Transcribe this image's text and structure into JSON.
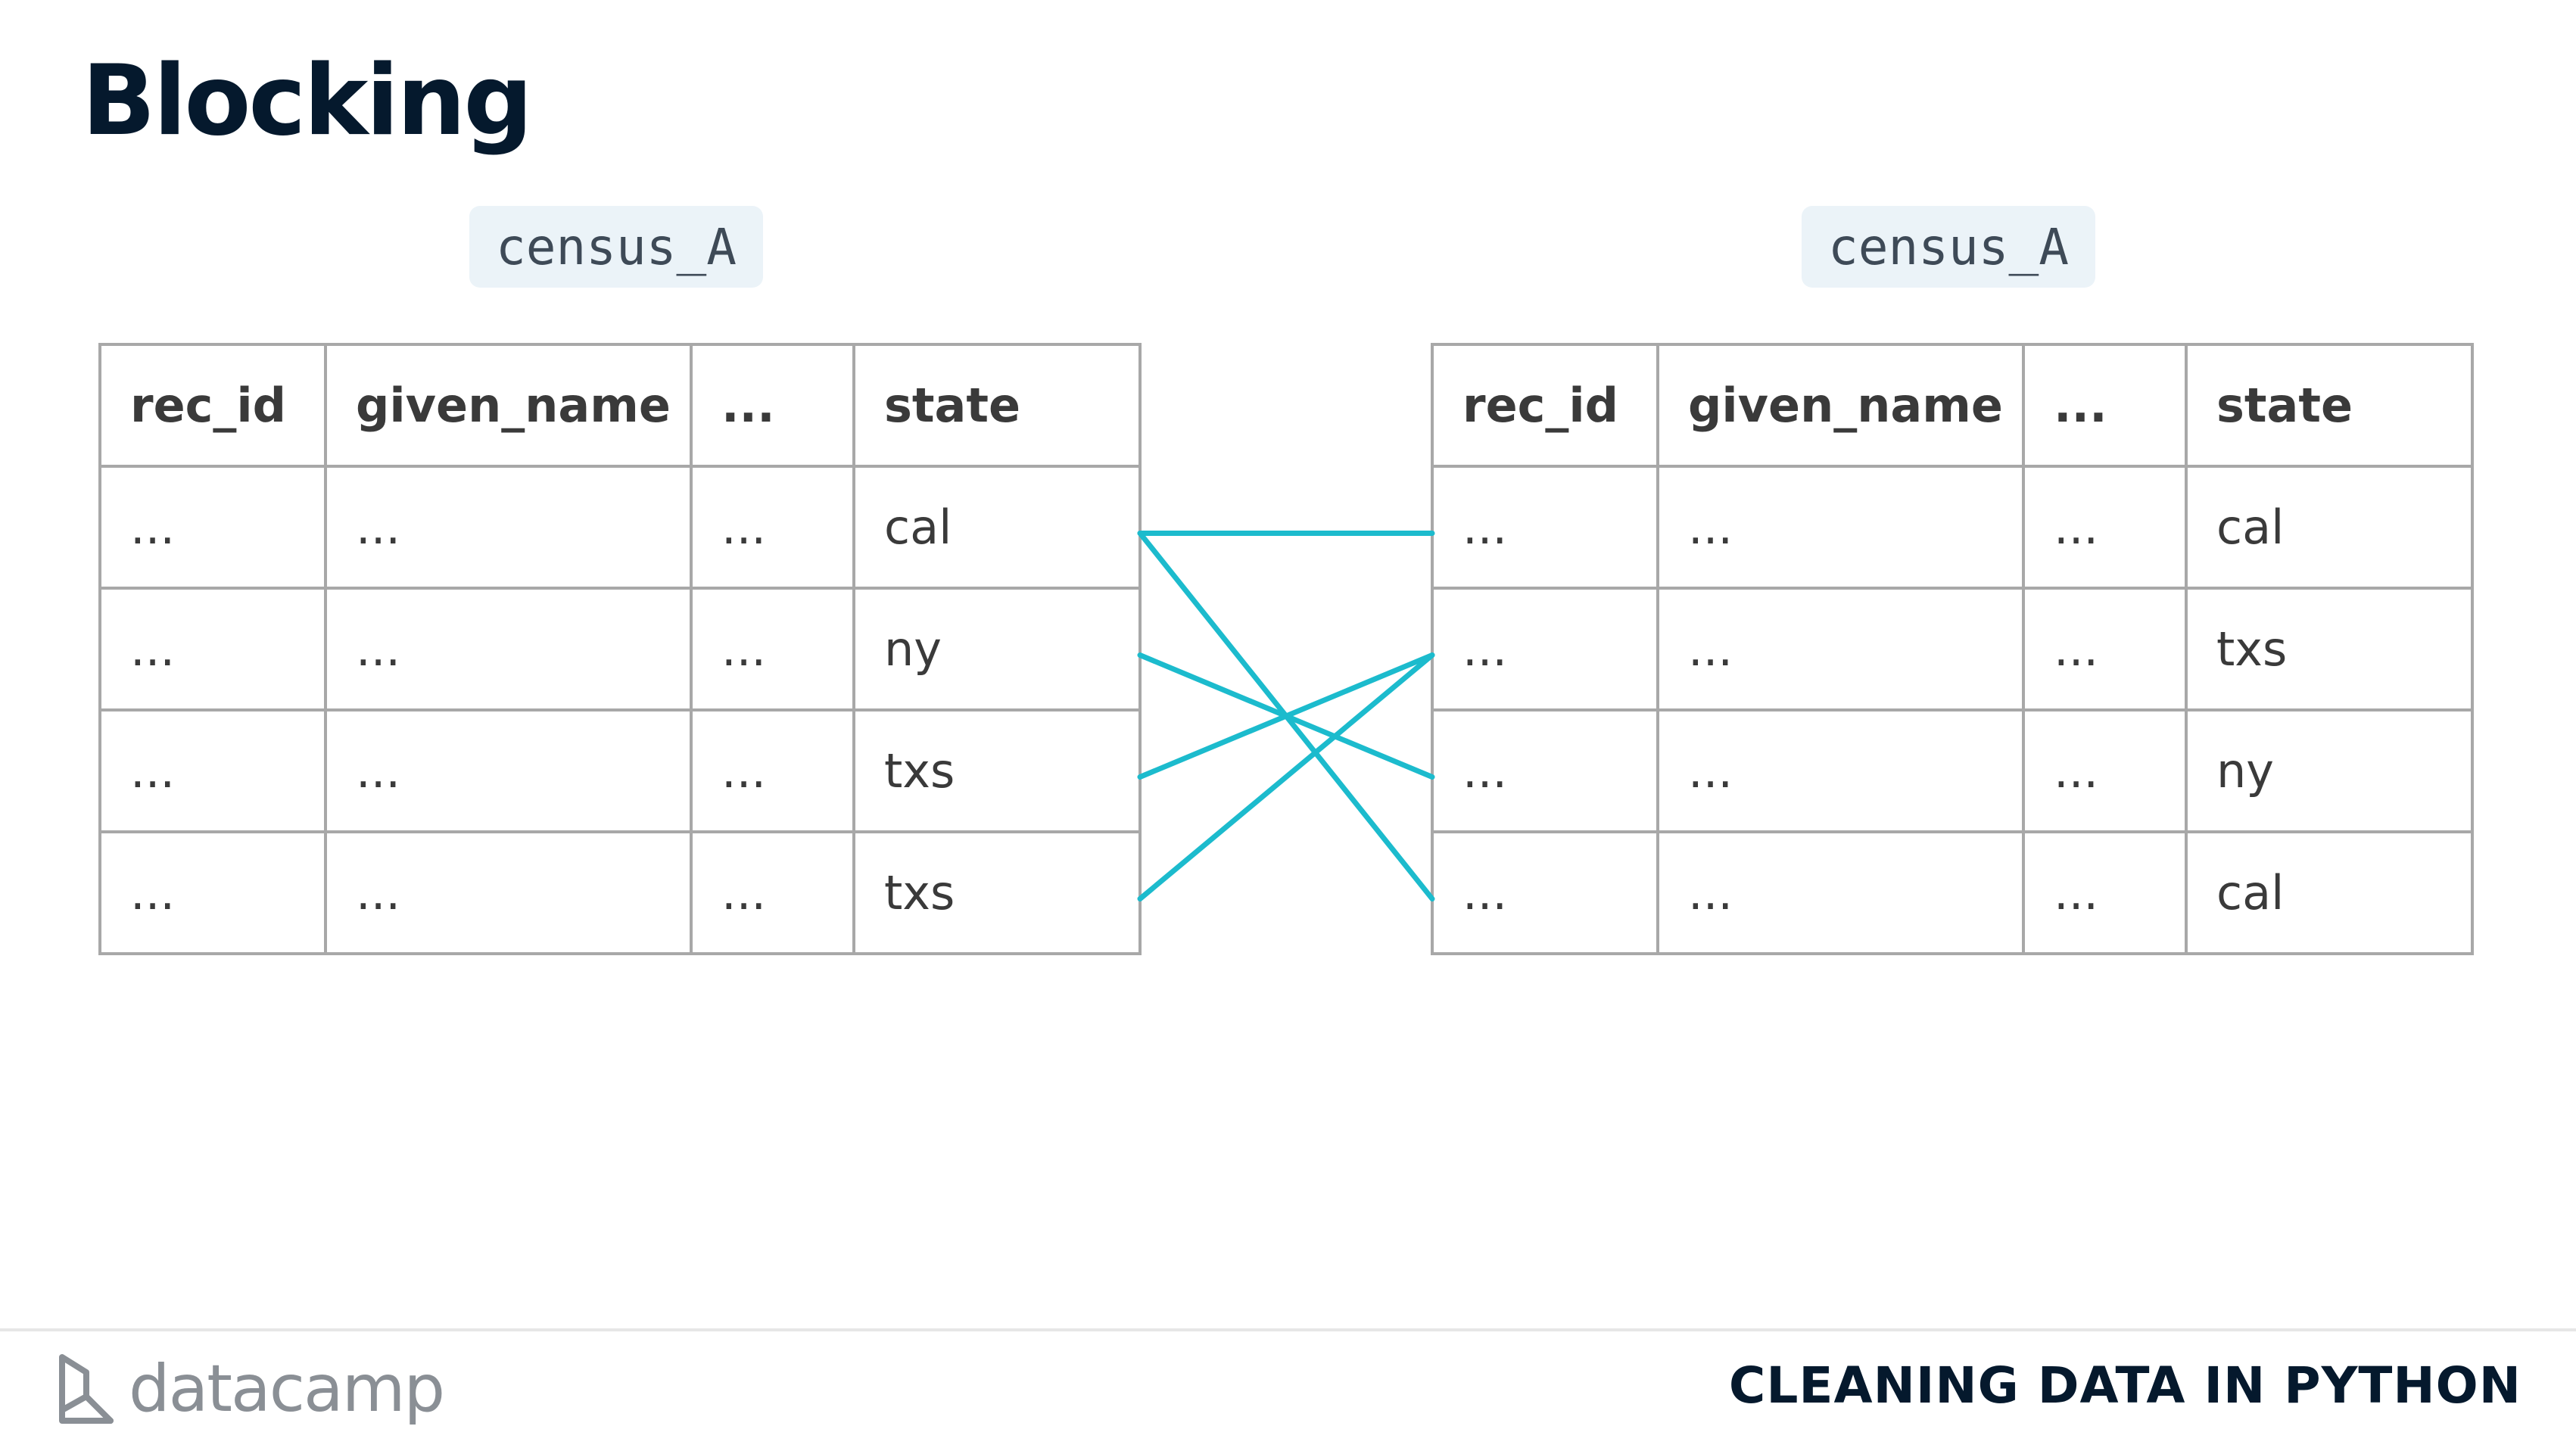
{
  "title": "Blocking",
  "left_table": {
    "label": "census_A",
    "headers": [
      "rec_id",
      "given_name",
      "...",
      "state"
    ],
    "rows": [
      [
        "...",
        "...",
        "...",
        "cal"
      ],
      [
        "...",
        "...",
        "...",
        "ny"
      ],
      [
        "...",
        "...",
        "...",
        "txs"
      ],
      [
        "...",
        "...",
        "...",
        "txs"
      ]
    ]
  },
  "right_table": {
    "label": "census_A",
    "headers": [
      "rec_id",
      "given_name",
      "...",
      "state"
    ],
    "rows": [
      [
        "...",
        "...",
        "...",
        "cal"
      ],
      [
        "...",
        "...",
        "...",
        "txs"
      ],
      [
        "...",
        "...",
        "...",
        "ny"
      ],
      [
        "...",
        "...",
        "...",
        "cal"
      ]
    ]
  },
  "links": [
    {
      "from_row": 1,
      "to_row": 1
    },
    {
      "from_row": 1,
      "to_row": 4
    },
    {
      "from_row": 2,
      "to_row": 3
    },
    {
      "from_row": 3,
      "to_row": 2
    },
    {
      "from_row": 4,
      "to_row": 2
    }
  ],
  "link_color": "#1cbbcd",
  "footer": {
    "brand": "datacamp",
    "course": "CLEANING DATA IN PYTHON"
  }
}
